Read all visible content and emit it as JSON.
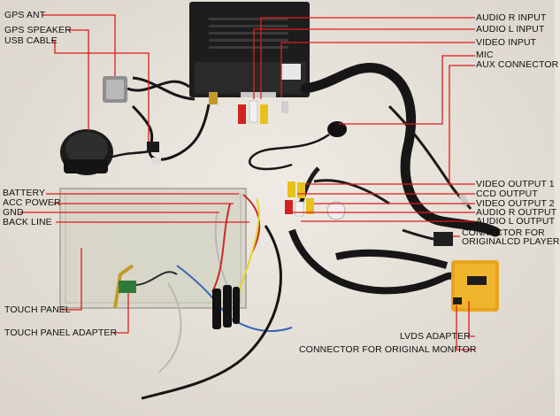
{
  "colors": {
    "background": "#e9e4dc",
    "leader_line": "#e01b1b",
    "label_text": "#111111",
    "lvds_box": "#e8a51c",
    "head_unit": "#1d1d1d"
  },
  "labels": {
    "left": {
      "gps_ant": "GPS ANT",
      "gps_speaker": "GPS SPEAKER",
      "usb_cable": "USB CABLE",
      "battery": "BATTERY",
      "acc_power": "ACC POWER",
      "gnd": "GND",
      "back_line": "BACK LINE",
      "touch_panel": "TOUCH PANEL",
      "touch_panel_adapter": "TOUCH PANEL ADAPTER"
    },
    "right": {
      "audio_r_input": "AUDIO R INPUT",
      "audio_l_input": "AUDIO L INPUT",
      "video_input": "VIDEO INPUT",
      "mic": "MIC",
      "aux_connector": "AUX  CONNECTOR",
      "video_output_1": "VIDEO OUTPUT 1",
      "ccd_output": "CCD OUTPUT",
      "video_output_2": "VIDEO OUTPUT 2",
      "audio_r_output": "AUDIO R OUTPUT",
      "audio_l_output": "AUDIO L OUTPUT",
      "connector_for_original_cd_line1": "CONNECTOR FOR",
      "connector_for_original_cd_line2": "ORIGINALCD PLAYER",
      "lvds_adapter": "LVDS ADAPTER",
      "connector_for_original_monitor": "CONNECTOR FOR ORIGINAL MONITOR"
    }
  }
}
